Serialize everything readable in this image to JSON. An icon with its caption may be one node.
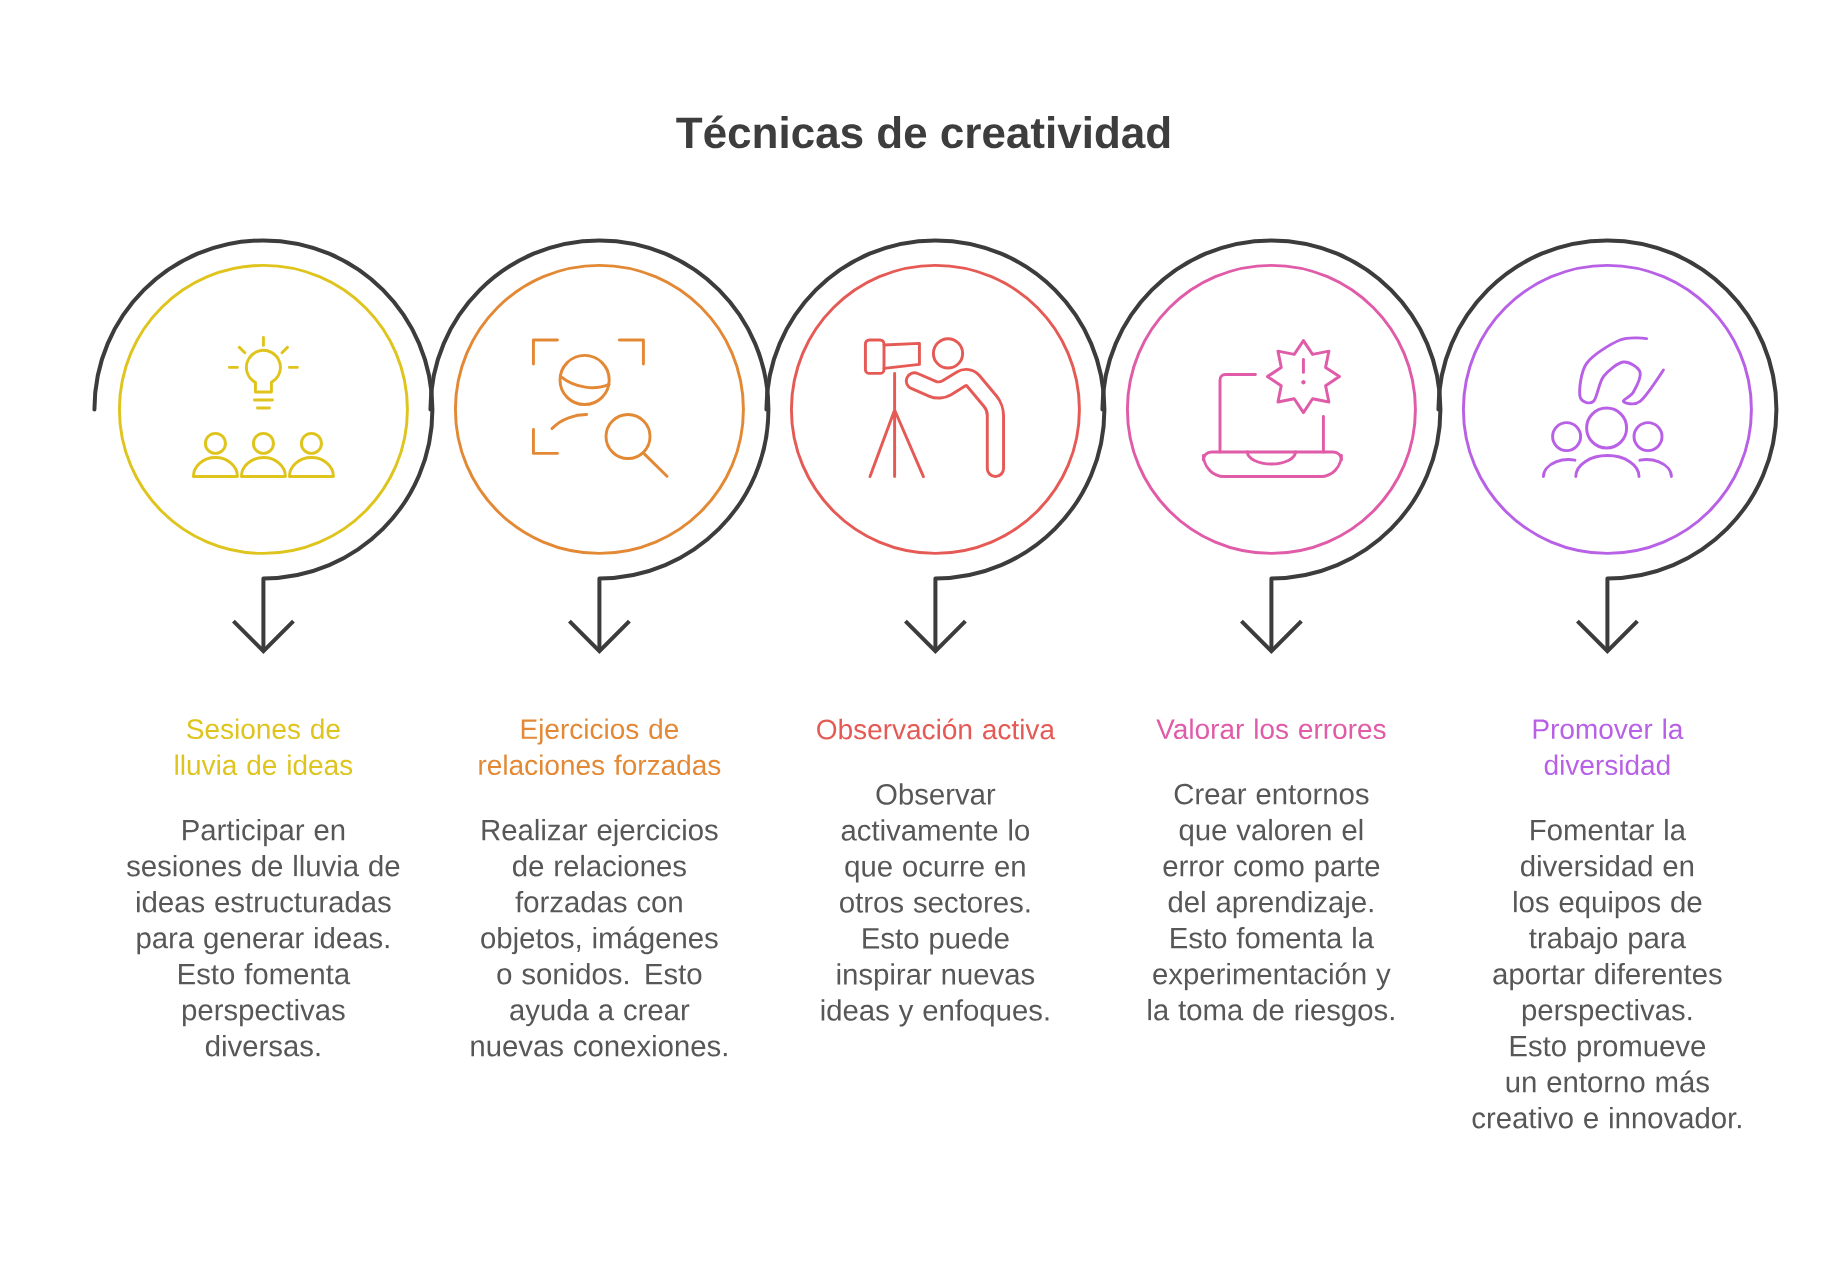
{
  "diagram": {
    "title": "Técnicas de creatividad",
    "nodes": [
      {
        "text": [],
        "shape": "circle"
      },
      {
        "text": [],
        "shape": "circle"
      },
      {
        "text": [],
        "shape": "circle"
      },
      {
        "text": [],
        "shape": "circle"
      },
      {
        "text": [],
        "shape": "circle"
      },
      {
        "text": [
          "Sesiones de lluvia de ideas",
          "Participar en sesiones de lluvia de ideas estructuradas para generar ideas. Esto fomenta perspectivas diversas."
        ]
      },
      {
        "text": [
          "Ejercicios de relaciones forzadas",
          "Realizar ejercicios de relaciones forzadas con objetos, imágenes o sonidos. Esto ayuda a crear nuevas conexiones."
        ]
      },
      {
        "text": [
          "Observación activa",
          "Observar activamente lo que ocurre en otros sectores. Esto puede inspirar nuevas ideas y enfoques."
        ]
      },
      {
        "text": [
          "Valorar los errores",
          "Crear entornos que valoren el error como parte del aprendizaje. Esto fomenta la experimentación y la toma de riesgos."
        ]
      },
      {
        "text": [
          "Promover la diversidad",
          "Fomentar la diversidad en los equipos de trabajo para aportar diferentes perspectivas. Esto promueve un entorno más creativo e innovador."
        ]
      }
    ],
    "edges": [
      {
        "from": 0,
        "to": 5,
        "arrow": "to"
      },
      {
        "from": 1,
        "to": 6,
        "arrow": "to"
      },
      {
        "from": 2,
        "to": 7,
        "arrow": "to"
      },
      {
        "from": 3,
        "to": 8,
        "arrow": "to"
      },
      {
        "from": 4,
        "to": 9,
        "arrow": "to"
      }
    ]
  }
}
